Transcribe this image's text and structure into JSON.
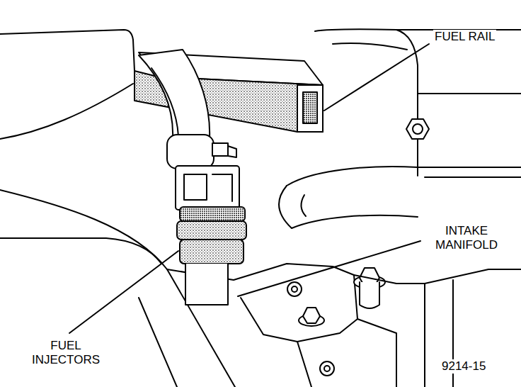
{
  "diagram": {
    "labels": [
      "FUEL RAIL",
      "INTAKE MANIFOLD",
      "FUEL INJECTORS",
      "9214-15"
    ]
  }
}
